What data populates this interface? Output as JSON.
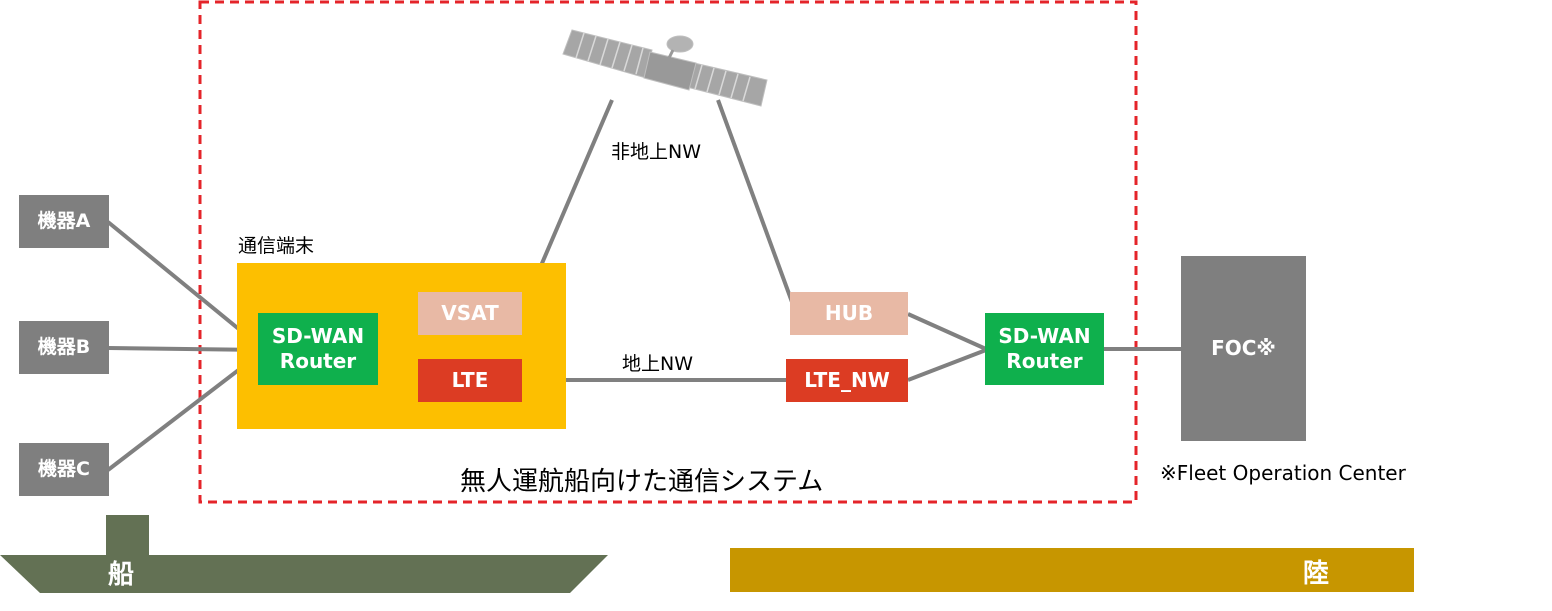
{
  "ship_side": {
    "devices": [
      {
        "label": "機器A"
      },
      {
        "label": "機器B"
      },
      {
        "label": "機器C"
      }
    ],
    "terminal_label": "通信端末",
    "sdwan_router": "SD-WAN\nRouter",
    "vsat": "VSAT",
    "lte": "LTE",
    "ship_label": "船"
  },
  "network": {
    "satellite_icon": "satellite-icon",
    "non_terrestrial_label": "非地上NW",
    "terrestrial_label": "地上NW"
  },
  "land_side": {
    "hub": "HUB",
    "lte_nw": "LTE_NW",
    "sdwan_router": "SD-WAN\nRouter",
    "foc": "FOC※",
    "foc_note": "※Fleet Operation Center",
    "land_label": "陸"
  },
  "system_title": "無人運航船向けた通信システム",
  "colors": {
    "device_gray": "#7f7f7f",
    "terminal_yellow": "#fdbf00",
    "router_green": "#0fb04d",
    "link_peach": "#e8b9a5",
    "lte_red": "#dc3c23",
    "boundary_red": "#e4242a",
    "ship_green": "#637154",
    "land_gold": "#c79600",
    "line_gray": "#808080"
  }
}
